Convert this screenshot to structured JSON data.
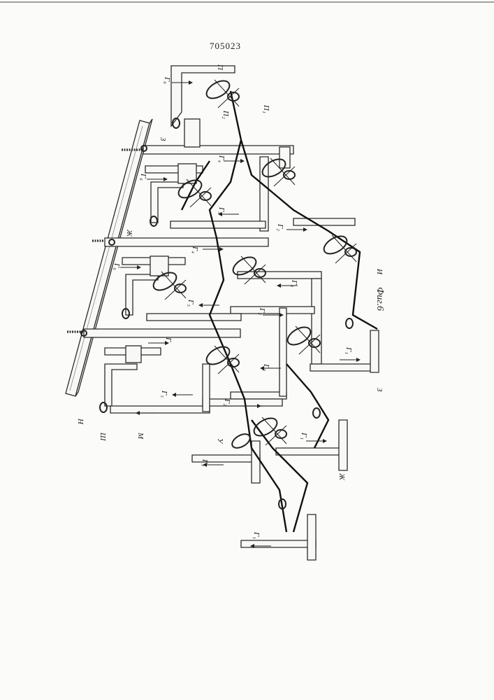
{
  "document": {
    "patent_number": "705023",
    "figure_caption": "Фиг.6"
  },
  "labels": {
    "П": "П",
    "П1": "П₁",
    "П2": "П₂",
    "З_top": "З",
    "Ж_mid": "Ж",
    "И_right": "И",
    "З_bottom": "З",
    "Ж_bottom": "Ж",
    "Н": "Н",
    "Ш": "Ш",
    "М": "М",
    "У": "У",
    "Г1": "Г₁",
    "Г2a": "Г₂",
    "Г2b": "Г₂",
    "Г2c": "Г₂",
    "Г3a": "Г₃",
    "Г3b": "Г₃",
    "Г3c": "Г₃",
    "Г4a": "Г₄",
    "Г4b": "Г₄",
    "Г4c": "Г₄",
    "Г1b": "Г₁",
    "Г1c": "Г₁",
    "Г5a": "Г₅",
    "Г5b": "Г₅",
    "Г5c": "Г₅",
    "Г6a": "Г₆",
    "Г6b": "Г₆",
    "Г6c": "Г₆"
  }
}
